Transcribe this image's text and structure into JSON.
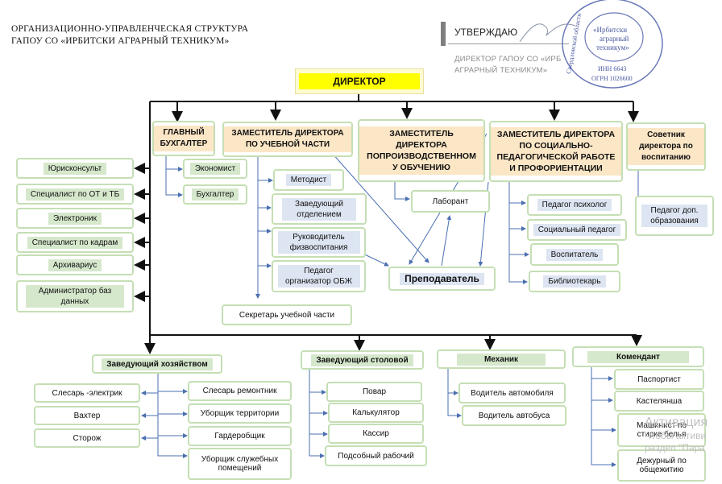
{
  "header": {
    "title_line1": "ОРГАНИЗАЦИОННО-УПРАВЛЕНЧЕСКАЯ СТРУКТУРА",
    "title_line2": "ГАПОУ СО «ИРБИТСКИ АГРАРНЫЙ ТЕХНИКУМ»",
    "approve": "УТВЕРЖДАЮ",
    "approve_sub_line1": "ДИРЕКТОР ГАПОУ СО «ИРБ",
    "approve_sub_line2": "АГРАРНЫЙ ТЕХНИКУМ»"
  },
  "seal": {
    "inner_line1": "«Ирбитски",
    "inner_line2": "аграрный",
    "inner_line3": "техникум»",
    "ring_text": "ОГРН 1026600",
    "ring_text2": "ИНН 6643",
    "ring_side": "Свердловской области"
  },
  "director": "ДИРЕКТОР",
  "top_level": {
    "chief_accountant": "ГЛАВНЫЙ БУХГАЛТЕР",
    "deputy_study": "ЗАМЕСТИТЕЛЬ ДИРЕКТОРА ПО УЧЕБНОЙ ЧАСТИ",
    "deputy_production": "ЗАМЕСТИТЕЛЬ ДИРЕКТОРА ПОПРОИЗВОДСТВЕННОМ У ОБУЧЕНИЮ",
    "deputy_social": "ЗАМЕСТИТЕЛЬ ДИРЕКТОРА ПО СОЦИАЛЬНО-ПЕДАГОГИЧЕСКОЙ РАБОТЕ И ПРОФОРИЕНТАЦИИ",
    "advisor": "Советник директора по воспитанию"
  },
  "left_staff": [
    "Юрисконсульт",
    "Специалист по ОТ и ТБ",
    "Электроник",
    "Специалист по кадрам",
    "Архивариус",
    "Администратор баз данных"
  ],
  "accounting": [
    "Экономист",
    "Бухгалтер"
  ],
  "study": [
    "Методист",
    "Заведующий отделением",
    "Руководитель физвоспитания",
    "Педагог организатор ОБЖ"
  ],
  "secretary": "Секретарь учебной части",
  "lab": "Лаборант",
  "teacher": "Преподаватель",
  "social": [
    "Педагог психолог",
    "Социальный педагог",
    "Воспитатель",
    "Библиотекарь"
  ],
  "advisor_staff": "Педагог доп. образования",
  "bottom_heads": {
    "household": "Заведующий хозяйством",
    "canteen": "Заведующий столовой",
    "mechanic": "Механик",
    "commandant": "Комендант"
  },
  "household_left": [
    "Слесарь -электрик",
    "Вахтер",
    "Сторож"
  ],
  "household_right": [
    "Слесарь ремонтник",
    "Уборщик территории",
    "Гардеробщик",
    "Уборщик служебных помещений"
  ],
  "canteen_staff": [
    "Повар",
    "Калькулятор",
    "Кассир",
    "Подсобный рабочий"
  ],
  "mechanic_staff": [
    "Водитель автомобиля",
    "Водитель автобуса"
  ],
  "commandant_staff": [
    "Паспортист",
    "Кастелянша",
    "Машинист по стирке белья",
    "Дежурный по общежитию"
  ],
  "watermark": {
    "line1": "Активация",
    "line2": "Чтобы активи",
    "line3": "раздел \"Пара"
  }
}
